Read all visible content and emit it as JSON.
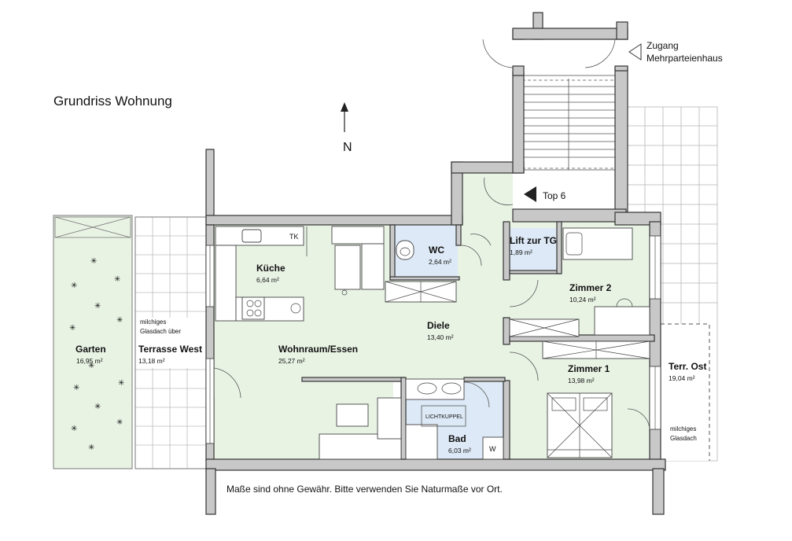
{
  "plan": {
    "title": "Grundriss Wohnung",
    "north": "N",
    "disclaimer": "Maße sind ohne Gewähr. Bitte verwenden Sie Naturmaße vor Ort.",
    "entrance": {
      "line1": "Zugang",
      "line2": "Mehrparteienhaus"
    },
    "top": "Top 6",
    "tk": "TK",
    "w": "W",
    "skylight": "LICHTKUPPEL",
    "glass_west": {
      "line1": "milchiges",
      "line2": "Glasdach über"
    },
    "glass_east": {
      "line1": "milchiges",
      "line2": "Glasdach"
    }
  },
  "rooms": {
    "garten": {
      "name": "Garten",
      "area": "16,95 m²"
    },
    "terrasse_west": {
      "name": "Terrasse West",
      "area": "13,18 m²"
    },
    "kueche": {
      "name": "Küche",
      "area": "6,64 m²"
    },
    "wohnraum": {
      "name": "Wohnraum/Essen",
      "area": "25,27 m²"
    },
    "wc": {
      "name": "WC",
      "area": "2,64 m²"
    },
    "lift": {
      "name": "Lift zur TG",
      "area": "1,89 m²"
    },
    "diele": {
      "name": "Diele",
      "area": "13,40 m²"
    },
    "zimmer2": {
      "name": "Zimmer 2",
      "area": "10,24 m²"
    },
    "zimmer1": {
      "name": "Zimmer 1",
      "area": "13,98 m²"
    },
    "bad": {
      "name": "Bad",
      "area": "6,03 m²"
    },
    "terr_ost": {
      "name": "Terr. Ost",
      "area": "19,04 m²"
    }
  },
  "colors": {
    "living": "#e9f3e4",
    "wet": "#dde9f6",
    "wall": "#c8c8c8",
    "wall_edge": "#333333"
  }
}
